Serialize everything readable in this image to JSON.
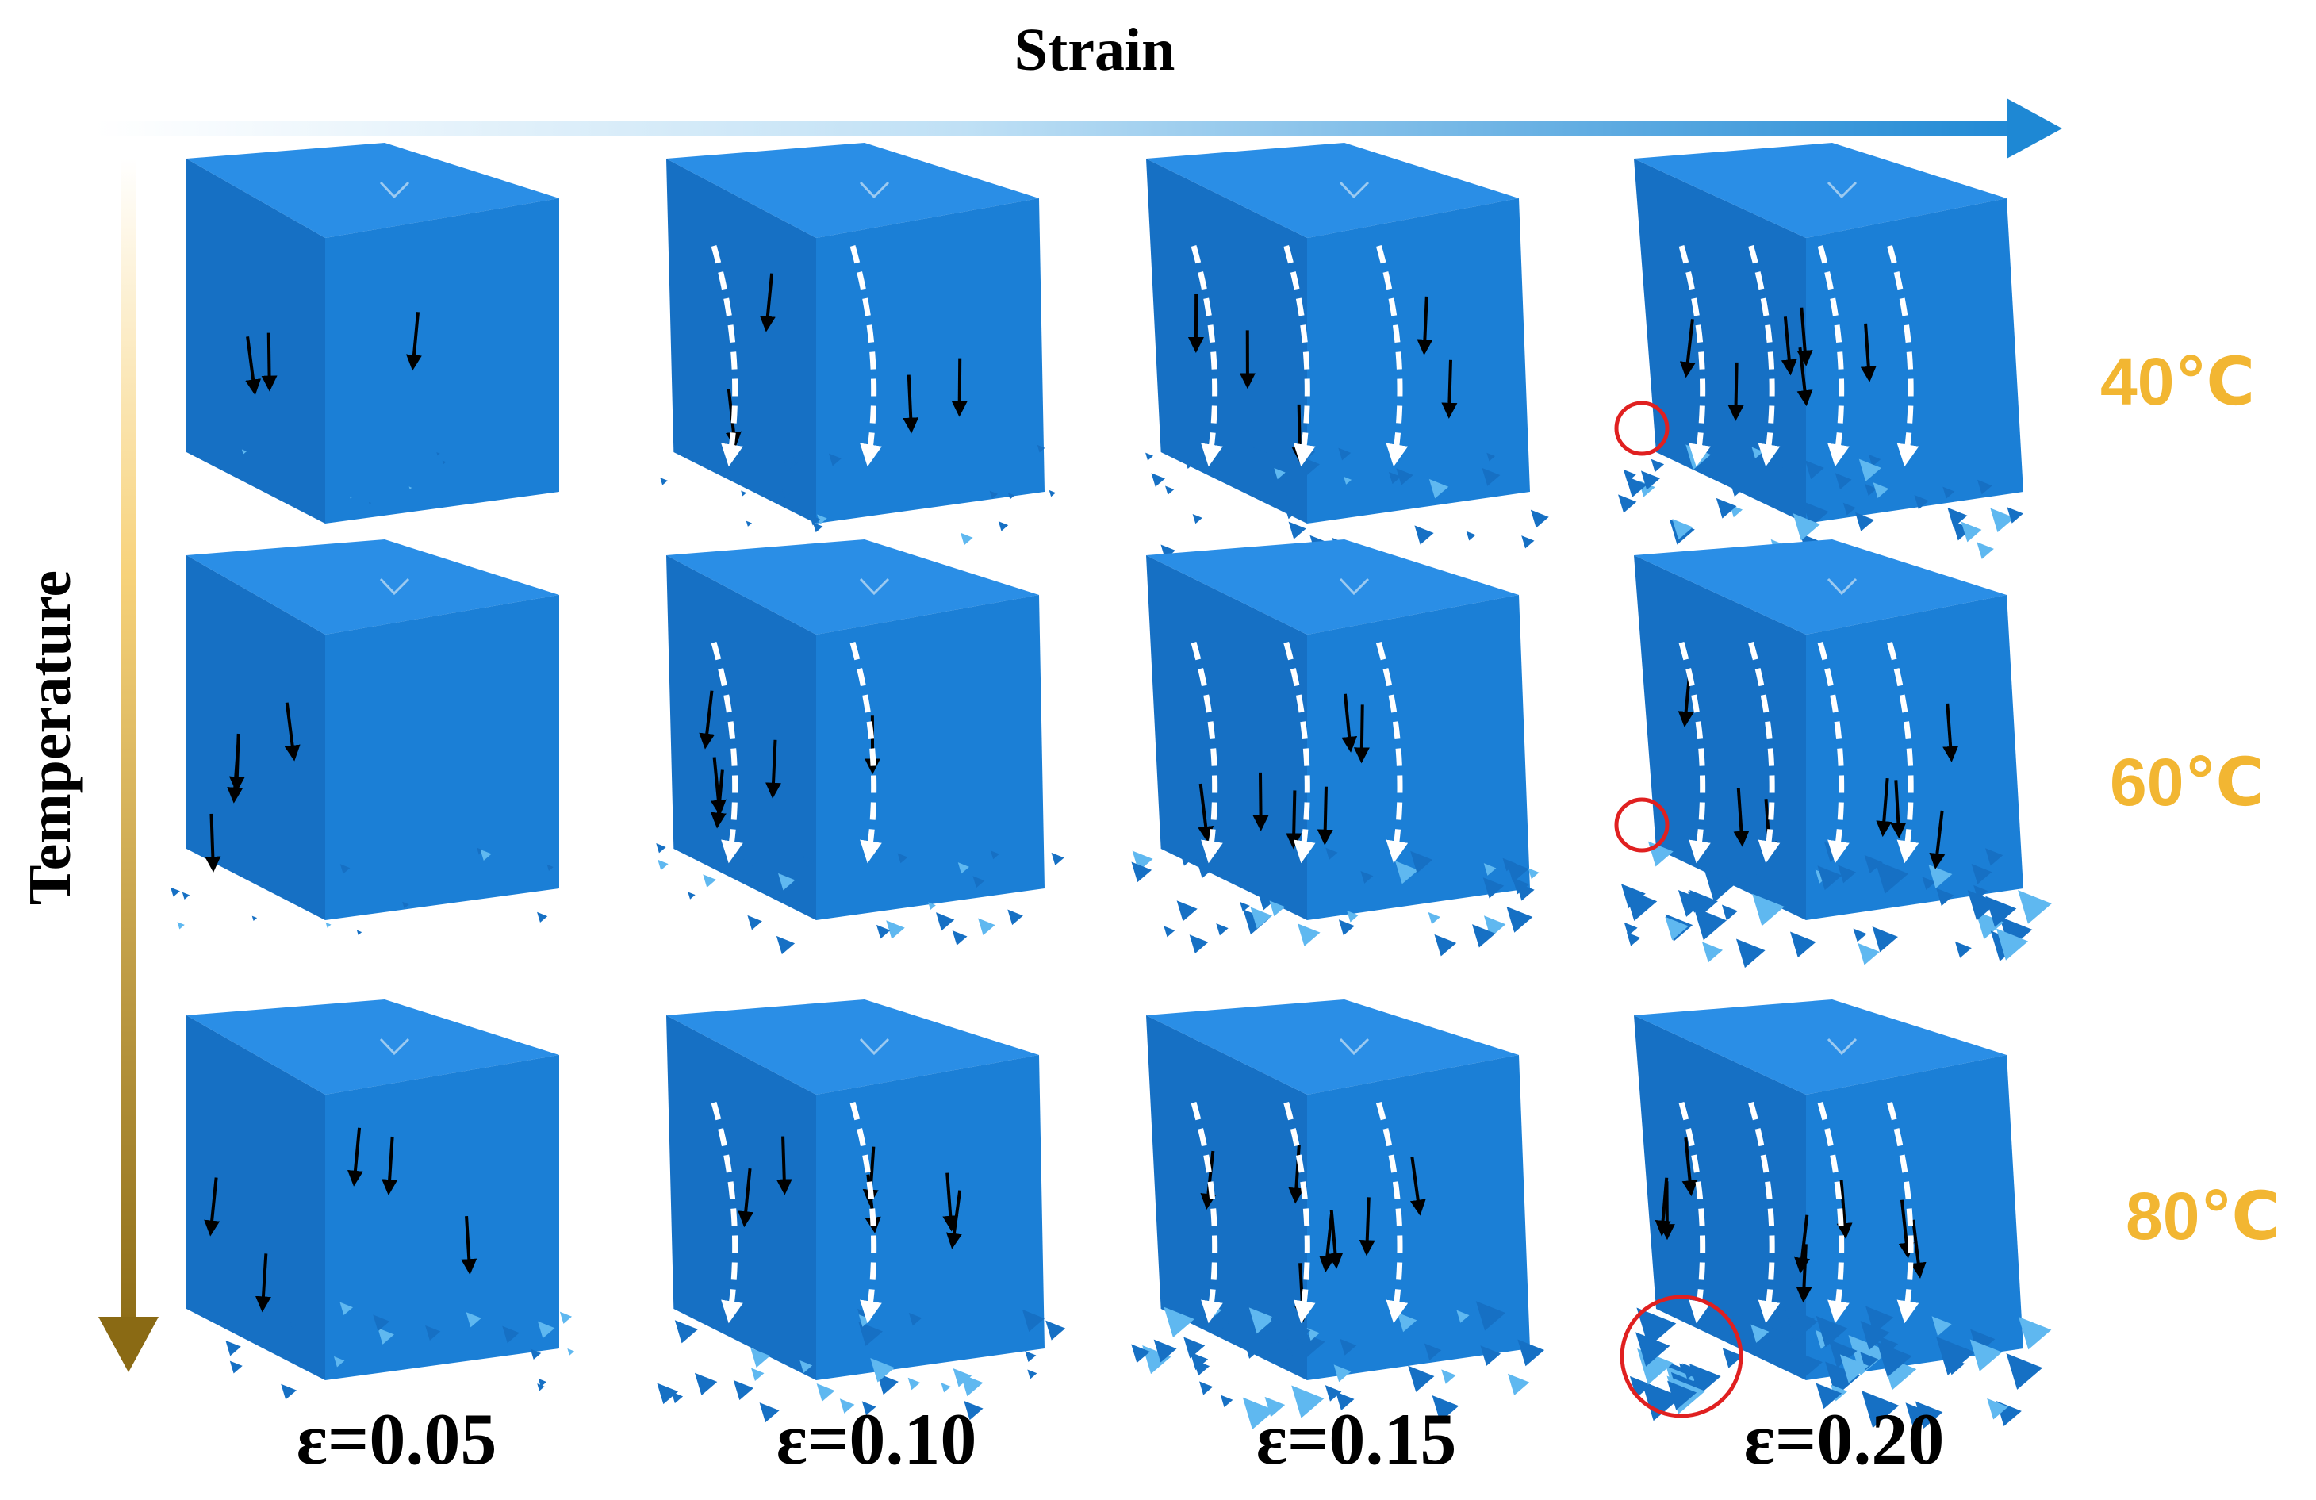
{
  "axes": {
    "x_title": "Strain",
    "y_title": "Temperature"
  },
  "rows": [
    {
      "label": "40℃"
    },
    {
      "label": "60℃"
    },
    {
      "label": "80℃"
    }
  ],
  "columns": [
    {
      "label": "ε=0.05"
    },
    {
      "label": "ε=0.10"
    },
    {
      "label": "ε=0.15"
    },
    {
      "label": "ε=0.20"
    }
  ],
  "colors": {
    "cube_front": "#1b7fd6",
    "cube_top": "#2a8ee6",
    "cube_side": "#1670c4",
    "strain_arrow": "#1e88d4",
    "temperature_arrow": "#8a6a14",
    "temperature_label": "#f2b632",
    "defect_arrow": "#000000",
    "shear_band": "#ffffff",
    "highlight_circle": "#e02020"
  }
}
